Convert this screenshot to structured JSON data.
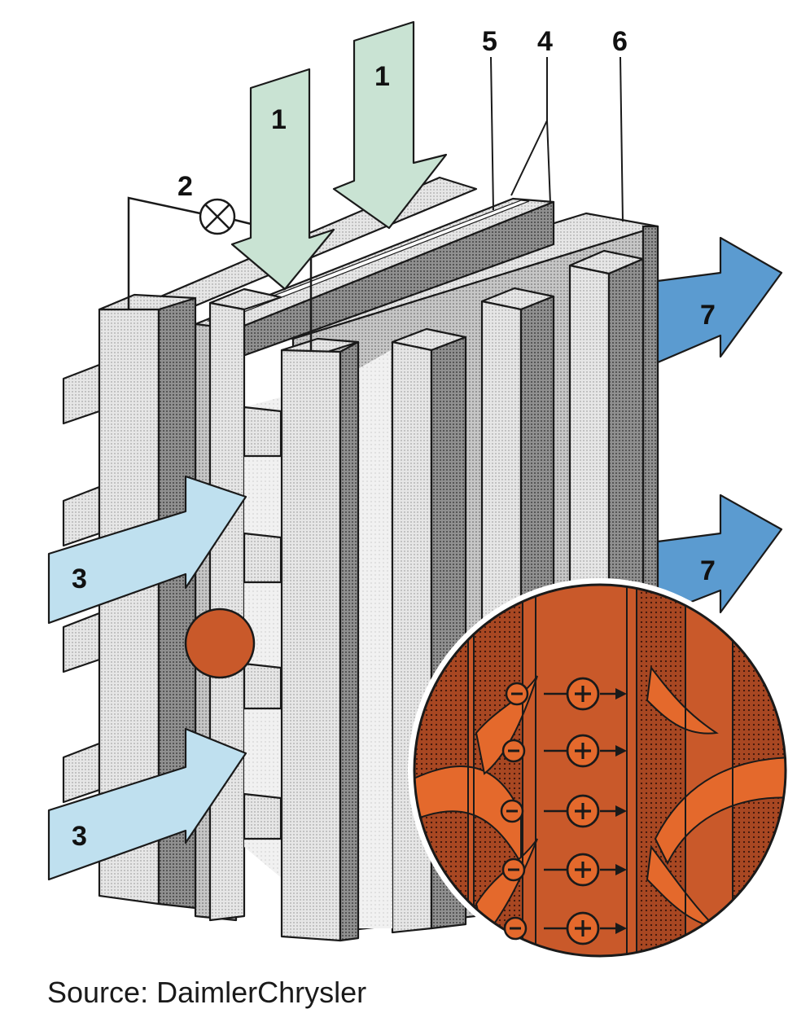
{
  "labels": {
    "h2_inlet_left": "1",
    "h2_inlet_right": "1",
    "load": "2",
    "air_inlet_upper": "3",
    "air_inlet_lower": "3",
    "electrode": "4",
    "membrane": "5",
    "bipolar_plate": "6",
    "outlet_upper": "7",
    "outlet_lower": "7"
  },
  "source": "Source: DaimlerChrysler",
  "colors": {
    "hydrogen_arrow": "#c9e3d3",
    "air_arrow": "#bfe0ef",
    "outlet_arrow": "#5b9bd0",
    "detail_circle": "#c9592a",
    "detail_channel": "#e4692c",
    "stack_light": "#e4e4e4",
    "stack_mid": "#c4c4c4",
    "stack_dark": "#8f8f8f"
  },
  "icons": {
    "load": "lamp-cross-icon",
    "electron": "minus-circle-icon",
    "proton": "plus-circle-icon"
  }
}
